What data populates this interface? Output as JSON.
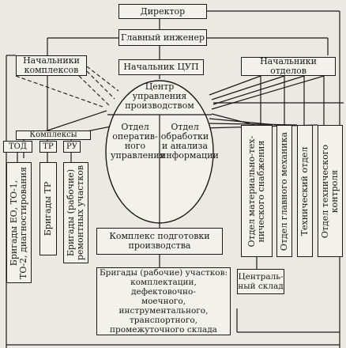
{
  "director": "Директор",
  "chief_engineer": "Главный инженер",
  "complex_heads": "Начальники\nкомплексов",
  "cup_head": "Начальник ЦУП",
  "dept_heads": "Начальники отделов",
  "center": "Центр\nуправления\nпроизводством",
  "dept_operative": "Отдел\nоператив-\nного\nуправления",
  "dept_analysis": "Отдел\nобработки\nи анализа\nинформации",
  "complexes_label": "Комплексы",
  "complex_tod": "ТОД",
  "complex_tr": "ТР",
  "complex_ru": "РУ",
  "brigade_eo": "Бригады ЕО, ТО-1,\nТО-2, диагностирования",
  "brigade_tr": "Бригады ТР",
  "brigade_repair": "Бригады (рабочие)\nремонтных участков",
  "prep_complex": "Комплекс подготовки\nпроизводства",
  "brigade_sites": "Бригады (рабочие) участков:\nкомплектации, дефектовочно-\nмоечного, инструментального,\nтранспортного,\nпромежуточного склада",
  "dept_supply": "Отдел материально-тех-\nнического снабжения",
  "dept_mechanic": "Отдел главного механика",
  "dept_technical": "Технический отдел",
  "dept_control": "Отдел технического\nконтроля",
  "central_warehouse": "Централь-\nный склад"
}
